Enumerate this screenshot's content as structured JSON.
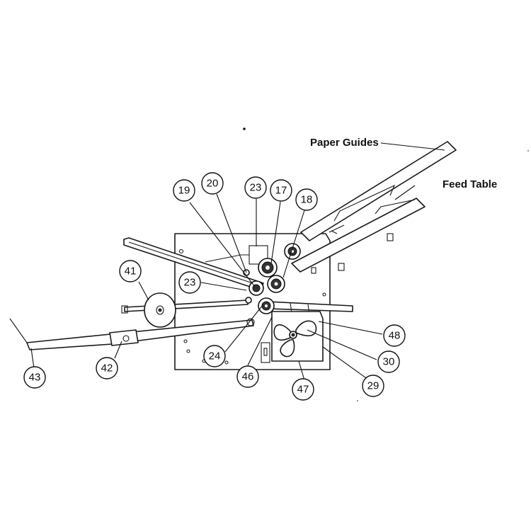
{
  "labels": {
    "paper_guides": "Paper Guides",
    "feed_table": "Feed Table"
  },
  "callouts": [
    {
      "id": "c19",
      "number": "19"
    },
    {
      "id": "c20",
      "number": "20"
    },
    {
      "id": "c23a",
      "number": "23"
    },
    {
      "id": "c17",
      "number": "17"
    },
    {
      "id": "c18",
      "number": "18"
    },
    {
      "id": "c41",
      "number": "41"
    },
    {
      "id": "c23b",
      "number": "23"
    },
    {
      "id": "c48",
      "number": "48"
    },
    {
      "id": "c30",
      "number": "30"
    },
    {
      "id": "c24",
      "number": "24"
    },
    {
      "id": "c46",
      "number": "46"
    },
    {
      "id": "c29",
      "number": "29"
    },
    {
      "id": "c47",
      "number": "47"
    },
    {
      "id": "c42",
      "number": "42"
    },
    {
      "id": "c43",
      "number": "43"
    }
  ]
}
